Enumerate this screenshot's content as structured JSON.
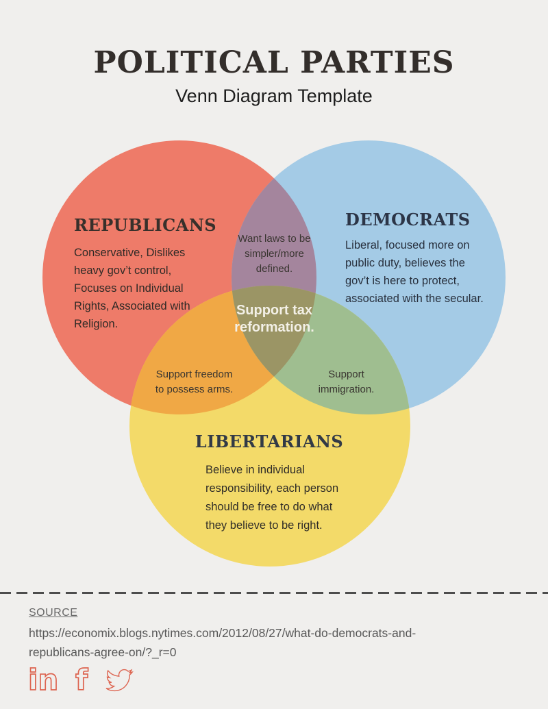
{
  "page": {
    "background": "#f0efed"
  },
  "header": {
    "title": "POLITICAL PARTIES",
    "subtitle": "Venn Diagram Template"
  },
  "venn": {
    "sets": [
      {
        "id": "republicans",
        "name": "REPUBLICANS",
        "description": "Conservative, Dislikes\nheavy gov’t control,\nFocuses on Individual\nRights, Associated with\nReligion.",
        "color": "#ee7b69"
      },
      {
        "id": "democrats",
        "name": "DEMOCRATS",
        "description": "Liberal, focused more on\npublic duty, believes the\ngov’t is here to protect,\nassociated with the secular.",
        "color": "#a4cbe6"
      },
      {
        "id": "libertarians",
        "name": "LIBERTARIANS",
        "description": "Believe in individual\nresponsibility, each person\nshould be free to do what\nthey believe to be right.",
        "color": "#f3da69"
      }
    ],
    "overlaps": [
      {
        "id": "republicans-democrats",
        "label": "Want laws to be\nsimpler/more\ndefined.",
        "color": "#a4859d"
      },
      {
        "id": "republicans-libertarians",
        "label": "Support freedom\nto possess arms.",
        "color": "#f0a845"
      },
      {
        "id": "democrats-libertarians",
        "label": "Support\nimmigration.",
        "color": "#9fbe90"
      },
      {
        "id": "all-three",
        "label": "Support tax\nreformation.",
        "color": "#9b9565"
      }
    ]
  },
  "footer": {
    "source_label": "SOURCE",
    "source_url": "https://economix.blogs.nytimes.com/2012/08/27/what-do-democrats-and-republicans-agree-on/?_r=0",
    "icon_color": "#dd6450",
    "icons": [
      "linkedin",
      "facebook",
      "twitter"
    ]
  }
}
